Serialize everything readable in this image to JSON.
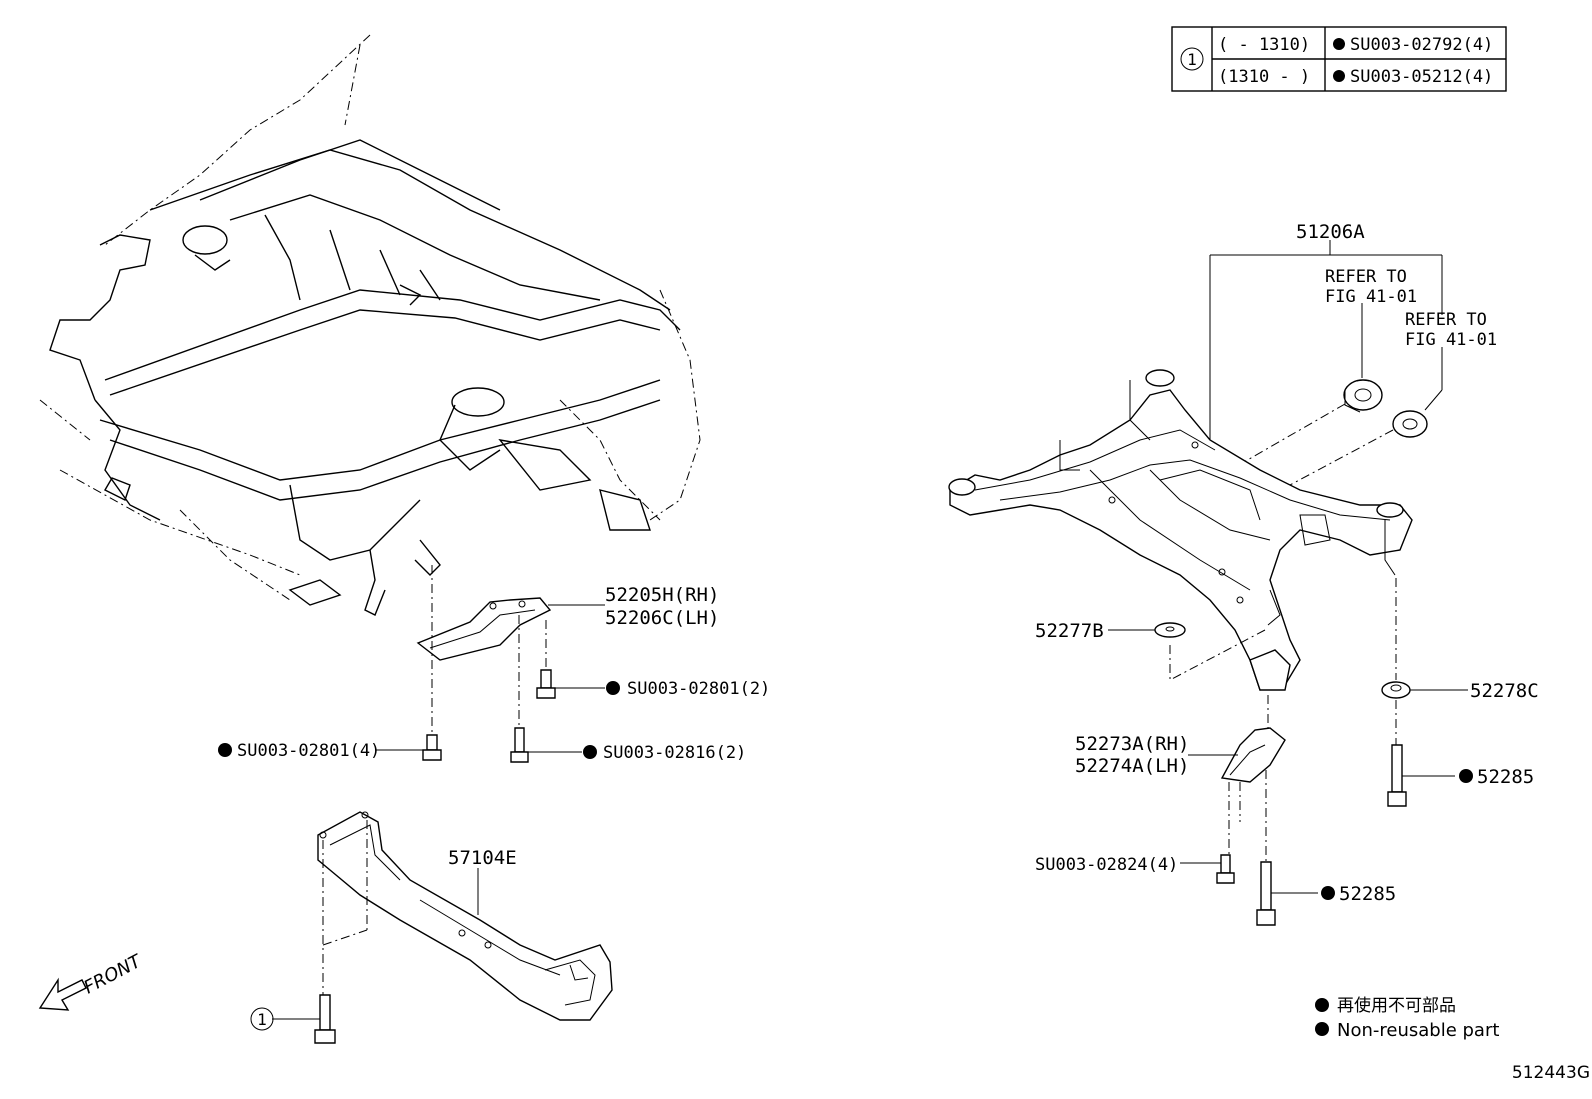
{
  "table": {
    "circle_label": "①",
    "rows": [
      {
        "range": "(     - 1310)",
        "part": "SU003-02792(4)"
      },
      {
        "range": "(1310 -     )",
        "part": "SU003-05212(4)"
      }
    ]
  },
  "callouts": {
    "c51206A": "51206A",
    "refer1_line1": "REFER TO",
    "refer1_line2": "FIG 41-01",
    "refer2_line1": "REFER TO",
    "refer2_line2": "FIG 41-01",
    "c52205H": "52205H(RH)",
    "c52206C": "52206C(LH)",
    "su02801_2": "SU003-02801(2)",
    "su02801_4": "SU003-02801(4)",
    "su02816_2": "SU003-02816(2)",
    "c52277B": "52277B",
    "c52278C": "52278C",
    "c52273A": "52273A(RH)",
    "c52274A": "52274A(LH)",
    "c52285_a": "52285",
    "c52285_b": "52285",
    "su02824_4": "SU003-02824(4)",
    "c57104E": "57104E",
    "circle1": "①",
    "front": "FRONT"
  },
  "legend": {
    "jp": "再使用不可部品",
    "en": "Non-reusable part"
  },
  "figure_id": "512443G"
}
